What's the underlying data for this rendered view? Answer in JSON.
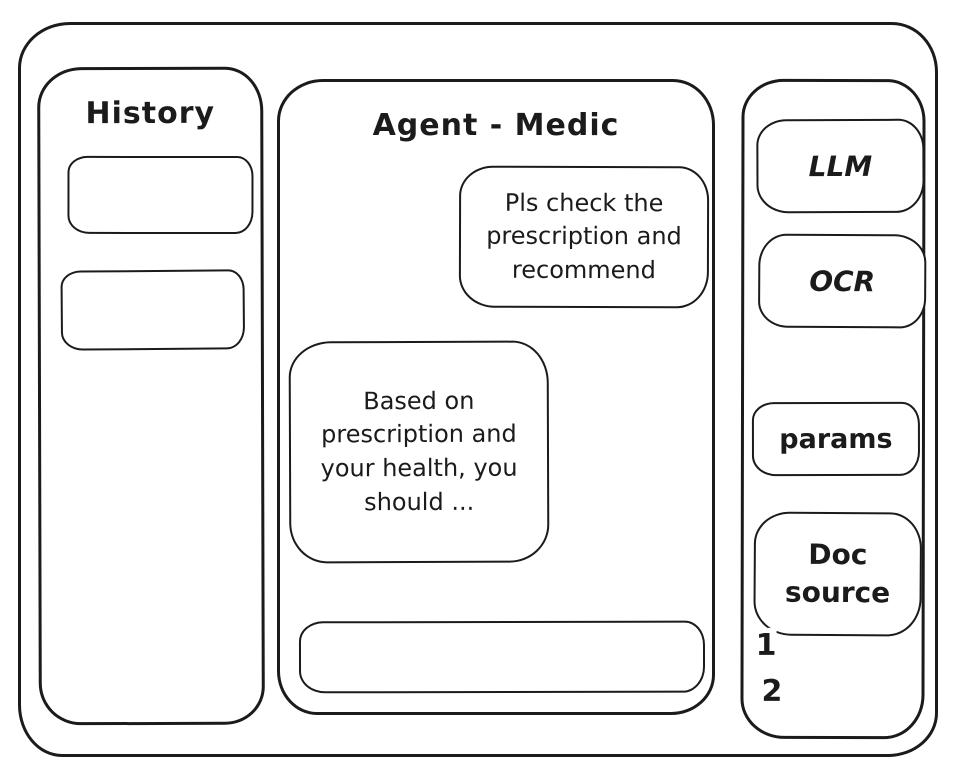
{
  "canvas": {
    "stroke_color": "#1b1b1b",
    "background_color": "#ffffff",
    "style": "hand-drawn wireframe sketch"
  },
  "sidebar": {
    "title": "History",
    "items": [
      {
        "label": ""
      },
      {
        "label": ""
      }
    ]
  },
  "main": {
    "title": "Agent - Medic",
    "messages": [
      {
        "role": "user",
        "text": "Pls check the prescription and recommend"
      },
      {
        "role": "assistant",
        "text": "Based on prescription and your health, you should ..."
      }
    ],
    "input_value": ""
  },
  "tools": {
    "buttons": [
      {
        "label": "LLM"
      },
      {
        "label": "OCR"
      },
      {
        "label": "params"
      },
      {
        "label": "Doc source"
      }
    ],
    "doc_items": [
      {
        "label": "1"
      },
      {
        "label": "2"
      }
    ]
  }
}
